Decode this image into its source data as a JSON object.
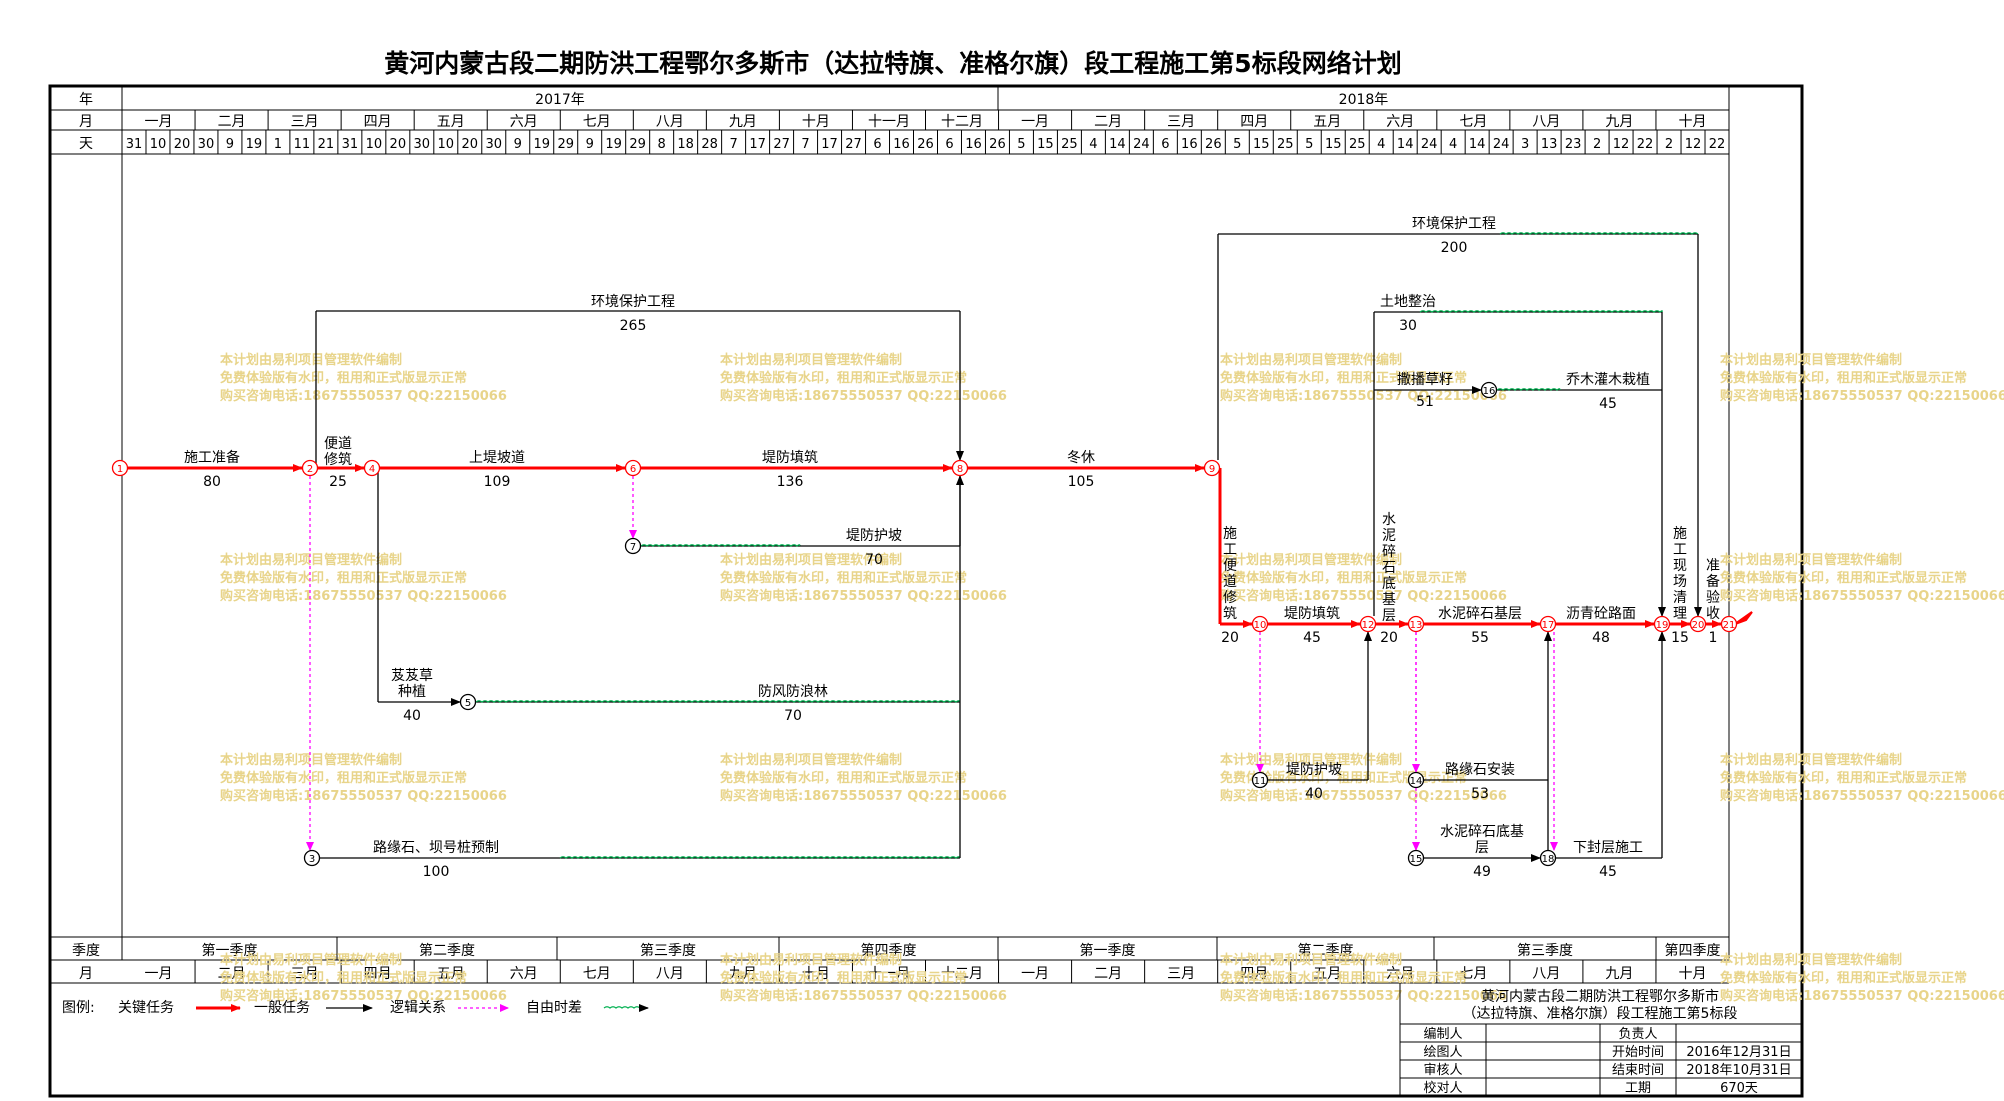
{
  "title": "黄河内蒙古段二期防洪工程鄂尔多斯市（达拉特旗、准格尔旗）段工程施工第5标段网络计划",
  "header": {
    "year_label": "年",
    "month_label": "月",
    "day_label": "天",
    "years": [
      "2017年",
      "2018年"
    ],
    "months": [
      "一月",
      "二月",
      "三月",
      "四月",
      "五月",
      "六月",
      "七月",
      "八月",
      "九月",
      "十月",
      "十一月",
      "十二月",
      "一月",
      "二月",
      "三月",
      "四月",
      "五月",
      "六月",
      "七月",
      "八月",
      "九月",
      "十月"
    ],
    "days": [
      "31",
      "10",
      "20",
      "30",
      "9",
      "19",
      "1",
      "11",
      "21",
      "31",
      "10",
      "20",
      "30",
      "10",
      "20",
      "30",
      "9",
      "19",
      "29",
      "9",
      "19",
      "29",
      "8",
      "18",
      "28",
      "7",
      "17",
      "27",
      "7",
      "17",
      "27",
      "6",
      "16",
      "26",
      "6",
      "16",
      "26",
      "5",
      "15",
      "25",
      "4",
      "14",
      "24",
      "6",
      "16",
      "26",
      "5",
      "15",
      "25",
      "5",
      "15",
      "25",
      "4",
      "14",
      "24",
      "4",
      "14",
      "24",
      "3",
      "13",
      "23",
      "2",
      "12",
      "22",
      "2",
      "12",
      "22"
    ]
  },
  "footer": {
    "quarter_label": "季度",
    "month_label": "月",
    "quarters": [
      "第一季度",
      "第二季度",
      "第三季度",
      "第四季度",
      "第一季度",
      "第二季度",
      "第三季度",
      "第四季度"
    ]
  },
  "watermark": [
    "本计划由易利项目管理软件编制",
    "免费体验版有水印，租用和正式版显示正常",
    "购买咨询电话:18675550537 QQ:22150066"
  ],
  "legend": {
    "label": "图例:",
    "critical": "关键任务",
    "general": "一般任务",
    "logic": "逻辑关系",
    "float": "自由时差"
  },
  "info": {
    "project_title": [
      "黄河内蒙古段二期防洪工程鄂尔多斯市",
      "（达拉特旗、准格尔旗）段工程施工第5标段"
    ],
    "rows": [
      [
        "编制人",
        "",
        "负责人",
        ""
      ],
      [
        "绘图人",
        "",
        "开始时间",
        "2016年12月31日"
      ],
      [
        "审核人",
        "",
        "结束时间",
        "2018年10月31日"
      ],
      [
        "校对人",
        "",
        "工期",
        "670天"
      ]
    ]
  },
  "diagram": {
    "critical_color": "#ff0000",
    "float_color": "#00b050",
    "logic_color": "#ff00ff",
    "nodes": [
      "1",
      "2",
      "3",
      "4",
      "5",
      "6",
      "7",
      "8",
      "9",
      "10",
      "11",
      "12",
      "13",
      "14",
      "15",
      "16",
      "17",
      "18",
      "19",
      "20",
      "21"
    ],
    "tasks": [
      {
        "name": "施工准备",
        "duration": "80"
      },
      {
        "name": "便道修筑",
        "duration": "25"
      },
      {
        "name": "上堤坡道",
        "duration": "109"
      },
      {
        "name": "堤防填筑",
        "duration": "136"
      },
      {
        "name": "冬休",
        "duration": "105"
      },
      {
        "name": "环境保护工程",
        "duration": "265"
      },
      {
        "name": "堤防护坡",
        "duration": "70"
      },
      {
        "name": "芨芨草种植",
        "duration": "40"
      },
      {
        "name": "防风防浪林",
        "duration": "70"
      },
      {
        "name": "路缘石、坝号桩预制",
        "duration": "100"
      },
      {
        "name": "环境保护工程",
        "duration": "200"
      },
      {
        "name": "土地整治",
        "duration": "30"
      },
      {
        "name": "撒播草籽",
        "duration": "51"
      },
      {
        "name": "乔木灌木栽植",
        "duration": "45"
      },
      {
        "name": "施工便道修筑",
        "duration": "20"
      },
      {
        "name": "堤防填筑",
        "duration": "45"
      },
      {
        "name": "水泥碎石底基层",
        "duration": "20"
      },
      {
        "name": "水泥碎石基层",
        "duration": "55"
      },
      {
        "name": "沥青砼路面",
        "duration": "48"
      },
      {
        "name": "施工现场清理",
        "duration": "15"
      },
      {
        "name": "准备验收",
        "duration": "1"
      },
      {
        "name": "堤防护坡",
        "duration": "40"
      },
      {
        "name": "路缘石安装",
        "duration": "53"
      },
      {
        "name": "水泥碎石底基层",
        "duration": "49"
      },
      {
        "name": "下封层施工",
        "duration": "45"
      }
    ]
  }
}
